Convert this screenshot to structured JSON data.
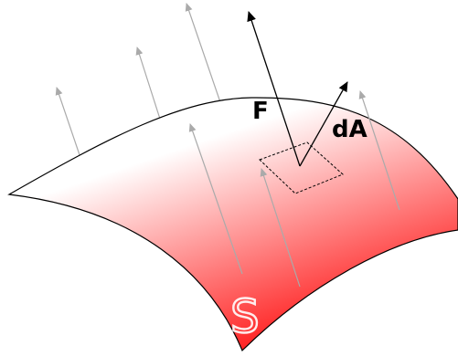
{
  "diagram": {
    "labels": {
      "force": "F",
      "area_element": "dA",
      "surface": "S"
    },
    "colors": {
      "surface_top": "#ffffff",
      "surface_bottom": "#ff0000",
      "surface_outline": "#000000",
      "field_lines": "#aaaaaa",
      "vectors": "#000000",
      "label_s": "#ffffff"
    }
  }
}
